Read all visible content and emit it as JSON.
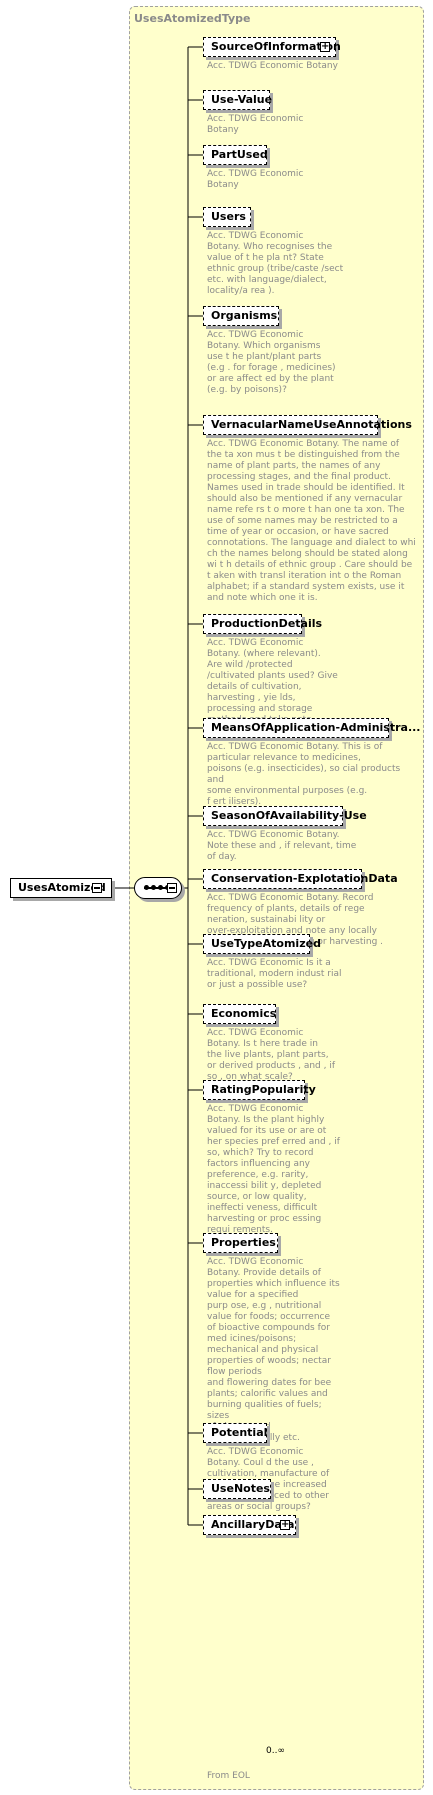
{
  "type_name": "UsesAtomizedType",
  "root_element": "UsesAtomized",
  "from_label": "From EOL",
  "last_cardinality": "0..∞",
  "children": [
    {
      "name": "SourceOfInformation",
      "expandable": true,
      "annotation": "Acc. TDWG Economic Botany"
    },
    {
      "name": "Use-Value",
      "expandable": false,
      "annotation": "Acc. TDWG Economic\nBotany"
    },
    {
      "name": "PartUsed",
      "expandable": false,
      "annotation": "Acc. TDWG Economic\nBotany"
    },
    {
      "name": "Users",
      "expandable": false,
      "annotation": "Acc. TDWG Economic\nBotany. Who recognises the\nvalue of t he pla nt? State\nethnic group (tribe/caste /sect\netc. with language/dialect,\nlocality/a rea )."
    },
    {
      "name": "Organisms",
      "expandable": false,
      "annotation": "Acc. TDWG Economic\nBotany. Which organisms\nuse t he plant/plant parts\n(e.g . for forage , medicines)\nor are affect ed by the plant\n(e.g. by poisons)?"
    },
    {
      "name": "VernacularNameUseAnnotations",
      "expandable": false,
      "annotation": "Acc. TDWG Economic Botany. The name of\nthe ta xon mus t be distinguished from the\nname of plant parts, the names of any\nprocessing stages, and the final product.\nNames used in trade should be identified. It\nshould also be mentioned if any vernacular\nname refe rs t o more t han one ta xon. The\nuse of some names may be restricted to a\ntime of year or occasion, or have sacred\nconnotations. The language and dialect to whi\nch the names belong should be stated along\nwi t h details of ethnic group . Care should be\nt aken with transl iteration int o the Roman\nalphabet; if a standard system exists, use it\nand note which one it is."
    },
    {
      "name": "ProductionDetails",
      "expandable": false,
      "annotation": "Acc. TDWG Economic\nBotany. (where relevant).\nAre wild /protected\n/cultivated plants used? Give\ndetails of cultivation,\nharvesting , yie lds,\nprocessing and storage\nmethods and take note\nof specia l t ools, t iming etc."
    },
    {
      "name": "MeansOfApplication-Administra...",
      "expandable": false,
      "annotation": "Acc. TDWG Economic Botany. This is of\nparticular relevance to medicines,\npoisons (e.g. insecticides), so cial products and\nsome environmental purposes (e.g.\nf ert ilisers)."
    },
    {
      "name": "SeasonOfAvailability-Use",
      "expandable": false,
      "annotation": "Acc. TDWG Economic Botany.\nNote these and , if relevant, time\nof day."
    },
    {
      "name": "Conservation-ExplotationData",
      "expandable": false,
      "annotation": "Acc. TDWG Economic Botany. Record\nfrequency of plants, details of rege\nneration, sustainabi lity or\nover-exploitation and note any locally\nimposed bans on felling or harvesting ."
    },
    {
      "name": "UseTypeAtomized",
      "expandable": false,
      "annotation": "Acc. TDWG Economic Is it a\ntraditional, modern indust rial\nor just a possible use?"
    },
    {
      "name": "Economics",
      "expandable": false,
      "annotation": "Acc. TDWG Economic\nBotany. Is t here trade in\nthe live plants, plant parts,\nor derived products , and , if\nso , on what scale?"
    },
    {
      "name": "RatingPopularity",
      "expandable": false,
      "annotation": "Acc. TDWG Economic\nBotany. Is the plant highly\nvalued for its use or are ot\nher species pref erred and , if\nso, which? Try to record\nfactors influencing any\npreference, e.g. rarity,\ninaccessi bilit y, depleted\nsource, or low quality,\nineffecti veness, difficult\nharvesting or proc essing\nrequi rements."
    },
    {
      "name": "Properties",
      "expandable": false,
      "annotation": "Acc. TDWG Economic\nBotany. Provide details of\nproperties which influence its\nvalue for a specified\npurp ose, e.g , nutritional\nvalue for foods; occurrence\nof bioactive compounds for\nmed icines/poisons;\nmechanical and physical\nproperties of woods; nectar\nflow periods\nand flowering dates for bee\nplants; calorific values and\nburning qualities of fuels;\nsizes\nof plants used\nenvironmentally etc."
    },
    {
      "name": "Potential",
      "expandable": false,
      "annotation": "Acc. TDWG Economic\nBotany. Coul d the use ,\ncultivation, manufacture of\nproducts etc. be increased\nand /or introduced to other\nareas or social groups?"
    },
    {
      "name": "UseNotes",
      "expandable": false,
      "annotation": ""
    },
    {
      "name": "AncillaryData",
      "expandable": true,
      "annotation": ""
    }
  ]
}
